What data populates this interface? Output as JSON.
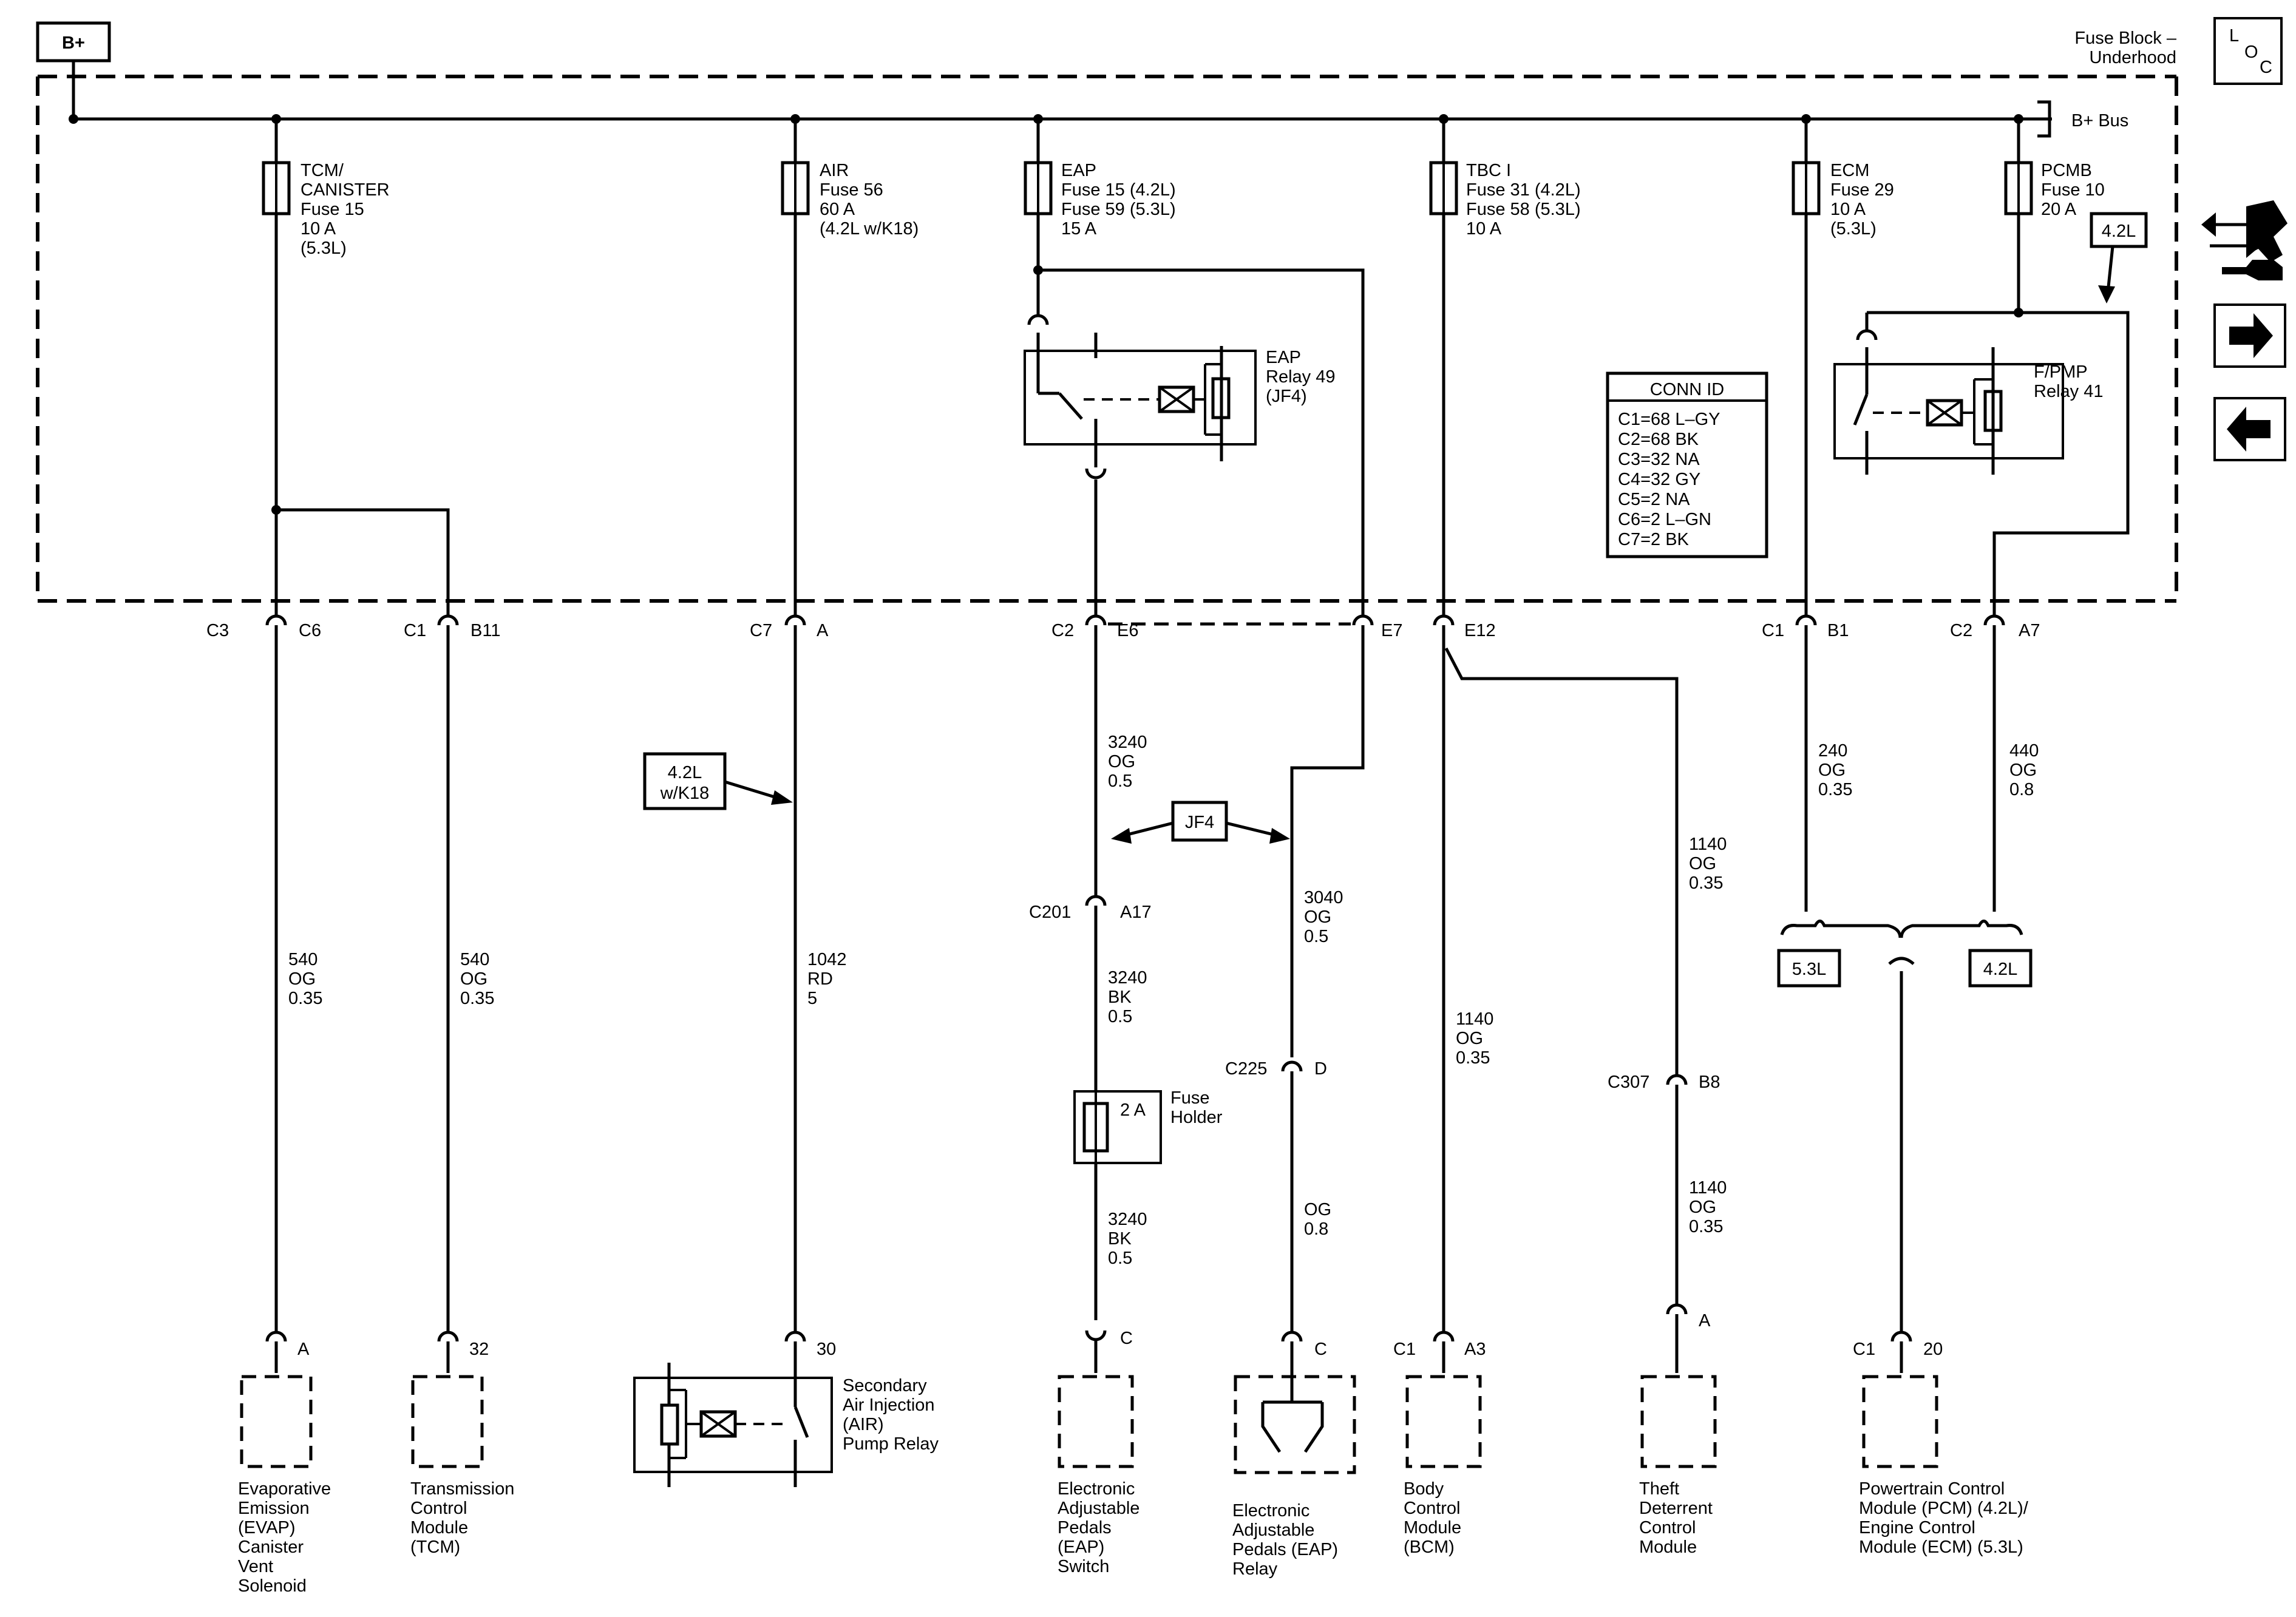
{
  "header": {
    "bplus": "B+",
    "fuse_block_1": "Fuse Block –",
    "fuse_block_2": "Underhood",
    "bus": "B+ Bus"
  },
  "loc": {
    "l": "L",
    "o": "O",
    "c": "C"
  },
  "fuses": {
    "tcm": [
      "TCM/",
      "CANISTER",
      "Fuse 15",
      "10 A",
      "(5.3L)"
    ],
    "air": [
      "AIR",
      "Fuse 56",
      "60 A",
      "(4.2L w/K18)"
    ],
    "eap": [
      "EAP",
      "Fuse 15 (4.2L)",
      "Fuse 59 (5.3L)",
      "15 A"
    ],
    "tbc": [
      "TBC I",
      "Fuse 31 (4.2L)",
      "Fuse 58 (5.3L)",
      "10 A"
    ],
    "ecm": [
      "ECM",
      "Fuse 29",
      "10 A",
      "(5.3L)"
    ],
    "pcmb": [
      "PCMB",
      "Fuse 10",
      "20 A"
    ]
  },
  "relays": {
    "eap": [
      "EAP",
      "Relay 49",
      "(JF4)"
    ],
    "fpmp": [
      "F/PMP",
      "Relay 41"
    ]
  },
  "conn_id": {
    "title": "CONN ID",
    "rows": [
      "C1=68 L–GY",
      "C2=68 BK",
      "C3=32 NA",
      "C4=32 GY",
      "C5=2 NA",
      "C6=2 L–GN",
      "C7=2 BK"
    ]
  },
  "option_boxes": {
    "pcmb": "4.2L",
    "air": [
      "4.2L",
      "w/K18"
    ],
    "jf4": "JF4",
    "left": "5.3L",
    "right": "4.2L"
  },
  "connectors": {
    "c3": "C3",
    "c6": "C6",
    "c1a": "C1",
    "b11": "B11",
    "c7": "C7",
    "a": "A",
    "c2a": "C2",
    "e6": "E6",
    "e7": "E7",
    "e12": "E12",
    "c1b": "C1",
    "b1": "B1",
    "c2b": "C2",
    "a7": "A7",
    "c201": "C201",
    "a17": "A17",
    "c225": "C225",
    "d": "D",
    "c307": "C307",
    "b8": "B8"
  },
  "wires": {
    "w1": [
      "540",
      "OG",
      "0.35"
    ],
    "w2": [
      "540",
      "OG",
      "0.35"
    ],
    "w3": [
      "1042",
      "RD",
      "5"
    ],
    "w4a": [
      "3240",
      "OG",
      "0.5"
    ],
    "w4b": [
      "3240",
      "BK",
      "0.5"
    ],
    "w4c": [
      "3240",
      "BK",
      "0.5"
    ],
    "w5a": [
      "3040",
      "OG",
      "0.5"
    ],
    "w5b": [
      "OG",
      "0.8"
    ],
    "w6": [
      "1140",
      "OG",
      "0.35"
    ],
    "w7a": [
      "1140",
      "OG",
      "0.35"
    ],
    "w7b": [
      "1140",
      "OG",
      "0.35"
    ],
    "w8": [
      "240",
      "OG",
      "0.35"
    ],
    "w9": [
      "440",
      "OG",
      "0.8"
    ]
  },
  "fuse_holder": {
    "rating": "2 A",
    "label": [
      "Fuse",
      "Holder"
    ]
  },
  "pins": {
    "p1": "A",
    "p2": "32",
    "p3": "30",
    "p4": "C",
    "p5": "C",
    "p6c": "C1",
    "p6": "A3",
    "p7": "A",
    "p8c": "C1",
    "p8": "20"
  },
  "components": {
    "evap": [
      "Evaporative",
      "Emission",
      "(EVAP)",
      "Canister",
      "Vent",
      "Solenoid"
    ],
    "tcm": [
      "Transmission",
      "Control",
      "Module",
      "(TCM)"
    ],
    "air": [
      "Secondary",
      "Air Injection",
      "(AIR)",
      "Pump Relay"
    ],
    "eaps": [
      "Electronic",
      "Adjustable",
      "Pedals",
      "(EAP)",
      "Switch"
    ],
    "eapr": [
      "Electronic",
      "Adjustable",
      "Pedals (EAP)",
      "Relay"
    ],
    "bcm": [
      "Body",
      "Control",
      "Module",
      "(BCM)"
    ],
    "theft": [
      "Theft",
      "Deterrent",
      "Control",
      "Module"
    ],
    "pcm": [
      "Powertrain Control",
      "Module (PCM) (4.2L)/",
      "Engine Control",
      "Module (ECM) (5.3L)"
    ]
  }
}
